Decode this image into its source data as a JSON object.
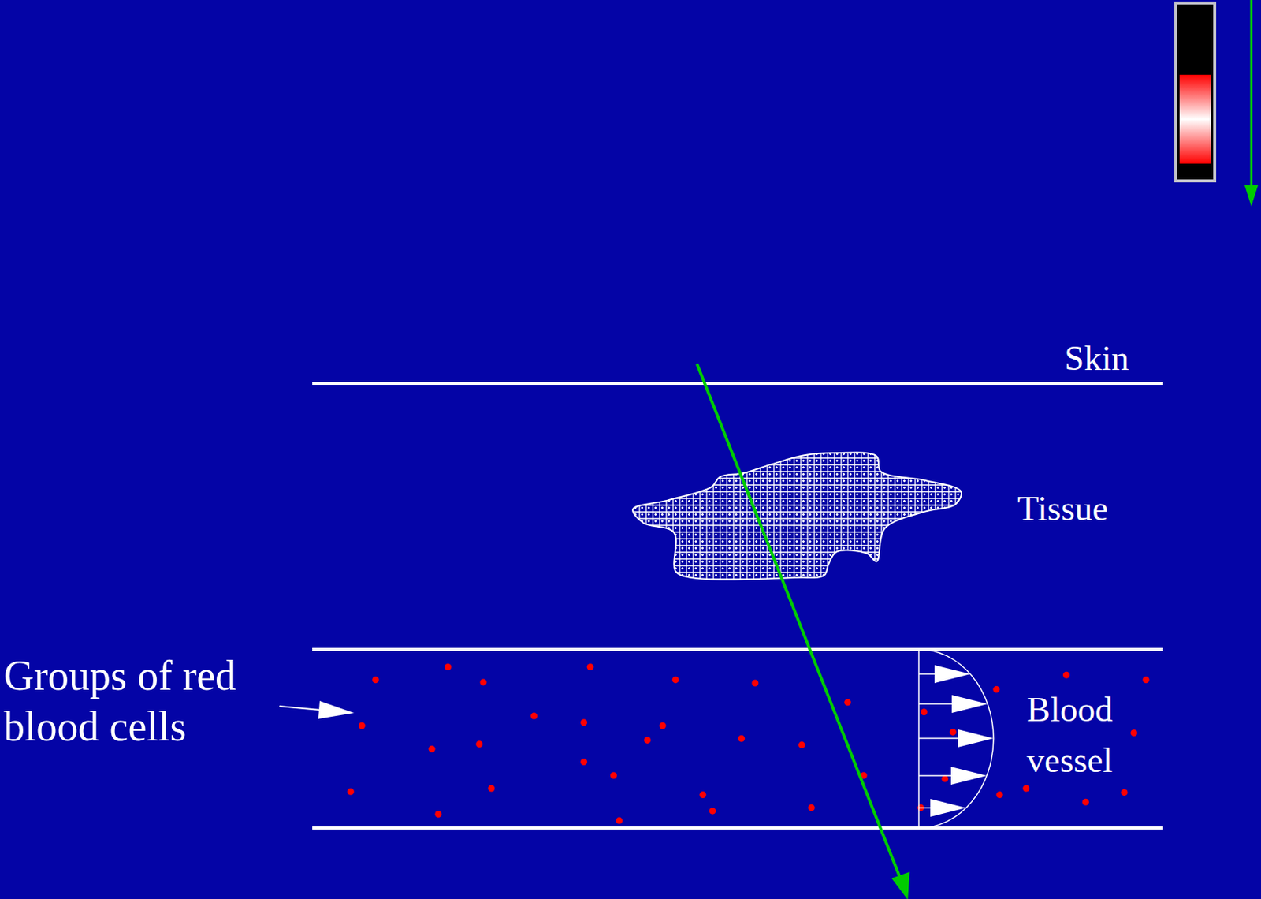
{
  "diagram": {
    "labels": [
      "Skin",
      "Tissue",
      "Blood vessel",
      "Groups of red blood cells"
    ]
  }
}
